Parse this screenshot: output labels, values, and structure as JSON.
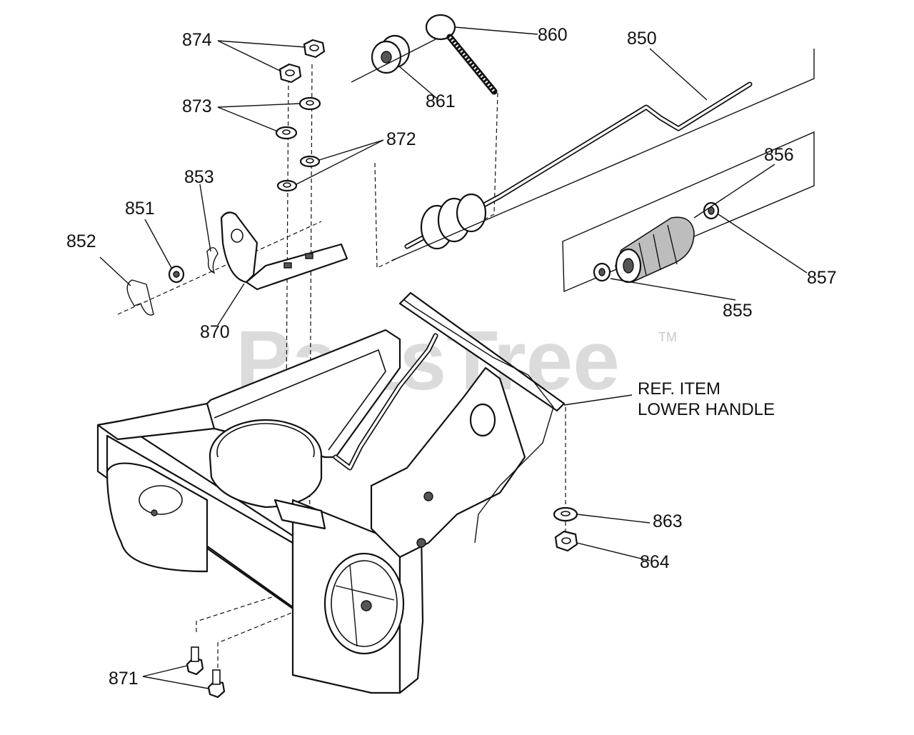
{
  "watermark": {
    "text": "PartsTree",
    "trademark": "TM"
  },
  "ref_note": {
    "line1": "REF. ITEM",
    "line2": "LOWER HANDLE"
  },
  "callouts": {
    "p850": "850",
    "p851": "851",
    "p852": "852",
    "p853": "853",
    "p855": "855",
    "p856": "856",
    "p857": "857",
    "p860": "860",
    "p861": "861",
    "p863": "863",
    "p864": "864",
    "p870": "870",
    "p871": "871",
    "p872": "872",
    "p873": "873",
    "p874": "874"
  },
  "colors": {
    "ink": "#111111",
    "paper": "#ffffff",
    "shade": "#bdbdbd",
    "watermark": "#cfcfcf"
  }
}
